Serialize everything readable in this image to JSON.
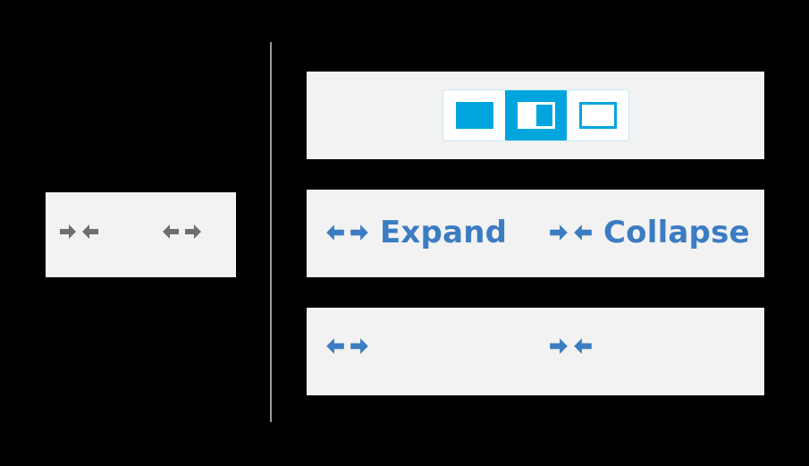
{
  "divider": {
    "name": "vertical-divider"
  },
  "left_panel": {
    "name": "gray-arrow-panel",
    "background": "#f2f2f2",
    "icon_color": "#6e6e6e",
    "icons": [
      {
        "name": "collapse-arrows-icon",
        "direction": "inward",
        "semantic": "collapse"
      },
      {
        "name": "expand-arrows-icon",
        "direction": "outward",
        "semantic": "expand"
      }
    ]
  },
  "toolbar_panel": {
    "name": "layout-segmented-control-panel",
    "background": "#f2f2f2",
    "accent": "#00a5de",
    "border": "#c7e8f7",
    "segments": [
      {
        "name": "segment-full-view",
        "icon": "rectangle-filled-icon",
        "selected": false
      },
      {
        "name": "segment-split-view",
        "icon": "rectangle-split-icon",
        "selected": true
      },
      {
        "name": "segment-outline-view",
        "icon": "rectangle-outline-icon",
        "selected": false
      }
    ]
  },
  "labeled_panel": {
    "name": "labeled-actions-panel",
    "background": "#f2f2f2",
    "text_color": "#3b7cc2",
    "actions": [
      {
        "name": "expand-action",
        "label": "Expand",
        "icon": "expand-arrows-icon",
        "direction": "outward"
      },
      {
        "name": "collapse-action",
        "label": "Collapse",
        "icon": "collapse-arrows-icon",
        "direction": "inward"
      }
    ]
  },
  "icon_panel": {
    "name": "icon-only-actions-panel",
    "background": "#f2f2f2",
    "icon_color": "#3b7cc2",
    "actions": [
      {
        "name": "expand-action",
        "icon": "expand-arrows-icon",
        "direction": "outward"
      },
      {
        "name": "collapse-action",
        "icon": "collapse-arrows-icon",
        "direction": "inward"
      }
    ]
  }
}
